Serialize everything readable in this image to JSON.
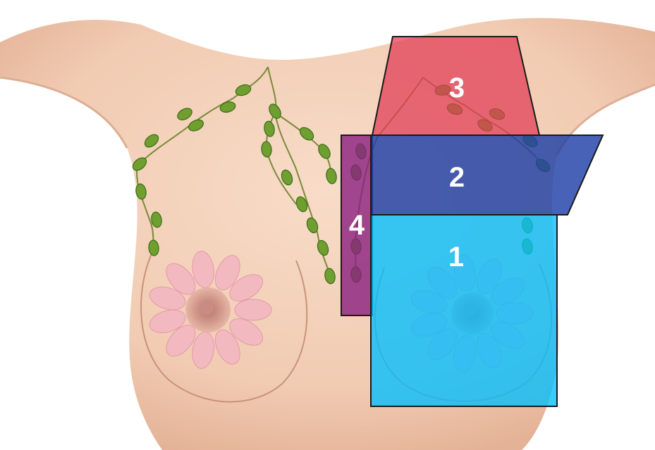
{
  "diagram": {
    "zones": [
      {
        "label": "1",
        "color": "#00bfff"
      },
      {
        "label": "2",
        "color": "#1f3fa6"
      },
      {
        "label": "3",
        "color": "#e03a55"
      },
      {
        "label": "4",
        "color": "#8a1f80"
      }
    ],
    "colors": {
      "skin": "#f4d2bb",
      "skin_shadow": "#e7b79b",
      "lymph_node": "#6f9f2f",
      "lymph_vessel": "#7a8a3a",
      "tissue_lobes": "#f2b9c0",
      "areola": "#d89e93",
      "outline": "#1a1a1a"
    }
  }
}
